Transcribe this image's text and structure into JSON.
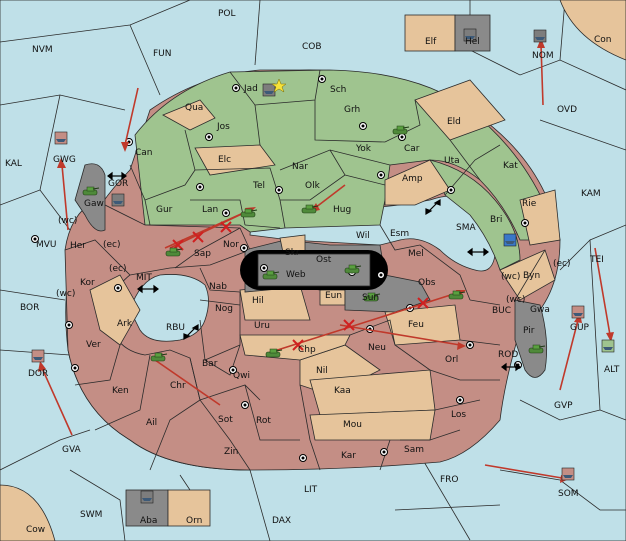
{
  "sea_labels": [
    {
      "key": "pol",
      "text": "POL"
    },
    {
      "key": "nvm",
      "text": "NVM"
    },
    {
      "key": "fun",
      "text": "FUN"
    },
    {
      "key": "cob",
      "text": "COB"
    },
    {
      "key": "nom",
      "text": "NOM"
    },
    {
      "key": "con",
      "text": "Con"
    },
    {
      "key": "ovd",
      "text": "OVD"
    },
    {
      "key": "kal",
      "text": "KAL"
    },
    {
      "key": "gwg",
      "text": "GWG"
    },
    {
      "key": "gor",
      "text": "GOR"
    },
    {
      "key": "kam",
      "text": "KAM"
    },
    {
      "key": "mvu",
      "text": "MVU"
    },
    {
      "key": "mit",
      "text": "MIT"
    },
    {
      "key": "sma",
      "text": "SMA"
    },
    {
      "key": "tei",
      "text": "TEI"
    },
    {
      "key": "bor",
      "text": "BOR"
    },
    {
      "key": "rbu",
      "text": "RBU"
    },
    {
      "key": "buc",
      "text": "BUC"
    },
    {
      "key": "rod",
      "text": "ROD"
    },
    {
      "key": "gup",
      "text": "GUP"
    },
    {
      "key": "alt",
      "text": "ALT"
    },
    {
      "key": "dor",
      "text": "DOR"
    },
    {
      "key": "gvp",
      "text": "GVP"
    },
    {
      "key": "gva",
      "text": "GVA"
    },
    {
      "key": "fro",
      "text": "FRO"
    },
    {
      "key": "lit",
      "text": "LIT"
    },
    {
      "key": "som",
      "text": "SOM"
    },
    {
      "key": "swm",
      "text": "SWM"
    },
    {
      "key": "dax",
      "text": "DAX"
    },
    {
      "key": "cow",
      "text": "Cow"
    }
  ],
  "island_labels": [
    {
      "key": "elf",
      "text": "Elf"
    },
    {
      "key": "hel",
      "text": "Hel"
    },
    {
      "key": "aba",
      "text": "Aba"
    },
    {
      "key": "orn",
      "text": "Orn"
    }
  ],
  "green_labels": [
    {
      "key": "jad",
      "text": "Jad"
    },
    {
      "key": "sch",
      "text": "Sch"
    },
    {
      "key": "qua",
      "text": "Qua"
    },
    {
      "key": "jos",
      "text": "Jos"
    },
    {
      "key": "grh",
      "text": "Grh"
    },
    {
      "key": "eld",
      "text": "Eld"
    },
    {
      "key": "can",
      "text": "Can"
    },
    {
      "key": "yok",
      "text": "Yok"
    },
    {
      "key": "car",
      "text": "Car"
    },
    {
      "key": "elc",
      "text": "Elc"
    },
    {
      "key": "nar",
      "text": "Nar"
    },
    {
      "key": "uta",
      "text": "Uta"
    },
    {
      "key": "kat",
      "text": "Kat"
    },
    {
      "key": "amp",
      "text": "Amp"
    },
    {
      "key": "tel",
      "text": "Tel"
    },
    {
      "key": "olk",
      "text": "Olk"
    },
    {
      "key": "gur",
      "text": "Gur"
    },
    {
      "key": "lan",
      "text": "Lan"
    },
    {
      "key": "hug",
      "text": "Hug"
    },
    {
      "key": "rie",
      "text": "Rie"
    },
    {
      "key": "bri",
      "text": "Bri"
    },
    {
      "key": "esm",
      "text": "Esm"
    },
    {
      "key": "wil",
      "text": "Wil"
    },
    {
      "key": "mel",
      "text": "Mel"
    },
    {
      "key": "byn",
      "text": "Byn"
    },
    {
      "key": "obs",
      "text": "Obs"
    }
  ],
  "grey_labels": [
    {
      "key": "gaw",
      "text": "Gaw"
    },
    {
      "key": "nor",
      "text": "Nor"
    },
    {
      "key": "skr",
      "text": "Skr"
    },
    {
      "key": "ost",
      "text": "Ost"
    },
    {
      "key": "web",
      "text": "Web"
    },
    {
      "key": "eun",
      "text": "Eun"
    },
    {
      "key": "sun",
      "text": "Sun"
    },
    {
      "key": "gwa",
      "text": "Gwa"
    },
    {
      "key": "pir",
      "text": "Pir"
    }
  ],
  "red_labels": [
    {
      "key": "her",
      "text": "Her"
    },
    {
      "key": "sap",
      "text": "Sap"
    },
    {
      "key": "kor",
      "text": "Kor"
    },
    {
      "key": "nab",
      "text": "Nab"
    },
    {
      "key": "hil",
      "text": "Hil"
    },
    {
      "key": "ark",
      "text": "Ark"
    },
    {
      "key": "nog",
      "text": "Nog"
    },
    {
      "key": "uru",
      "text": "Uru"
    },
    {
      "key": "feu",
      "text": "Feu"
    },
    {
      "key": "ver",
      "text": "Ver"
    },
    {
      "key": "chp",
      "text": "Chp"
    },
    {
      "key": "neu",
      "text": "Neu"
    },
    {
      "key": "orl",
      "text": "Orl"
    },
    {
      "key": "bar",
      "text": "Bar"
    },
    {
      "key": "qwi",
      "text": "Qwi"
    },
    {
      "key": "nil",
      "text": "Nil"
    },
    {
      "key": "ken",
      "text": "Ken"
    },
    {
      "key": "chr",
      "text": "Chr"
    },
    {
      "key": "kaa",
      "text": "Kaa"
    },
    {
      "key": "ail",
      "text": "Ail"
    },
    {
      "key": "sot",
      "text": "Sot"
    },
    {
      "key": "rot",
      "text": "Rot"
    },
    {
      "key": "mou",
      "text": "Mou"
    },
    {
      "key": "los",
      "text": "Los"
    },
    {
      "key": "zin",
      "text": "Zin"
    },
    {
      "key": "kar",
      "text": "Kar"
    },
    {
      "key": "sam",
      "text": "Sam"
    }
  ],
  "coast_labels": [
    {
      "key": "wc1",
      "text": "(wc)"
    },
    {
      "key": "ec1",
      "text": "(ec)"
    },
    {
      "key": "ec2",
      "text": "(ec)"
    },
    {
      "key": "wc2",
      "text": "(wc)"
    },
    {
      "key": "wc3",
      "text": "(wc)"
    },
    {
      "key": "ec3",
      "text": "(ec)"
    },
    {
      "key": "wc4",
      "text": "(wc)"
    }
  ],
  "colors": {
    "sea": "#bfe0e8",
    "green_power": "#9fc48f",
    "neutral": "#e6c49b",
    "red_power": "#c48e85",
    "grey_power": "#8a8a8a",
    "order_arrow": "#c0392b"
  },
  "icons": {
    "army": "tank-icon",
    "fleet": "ship-icon",
    "supply_center": "supply-center-icon",
    "capital_star": "star-icon",
    "failed_order": "cross-icon",
    "adjacency": "double-arrow-icon"
  }
}
